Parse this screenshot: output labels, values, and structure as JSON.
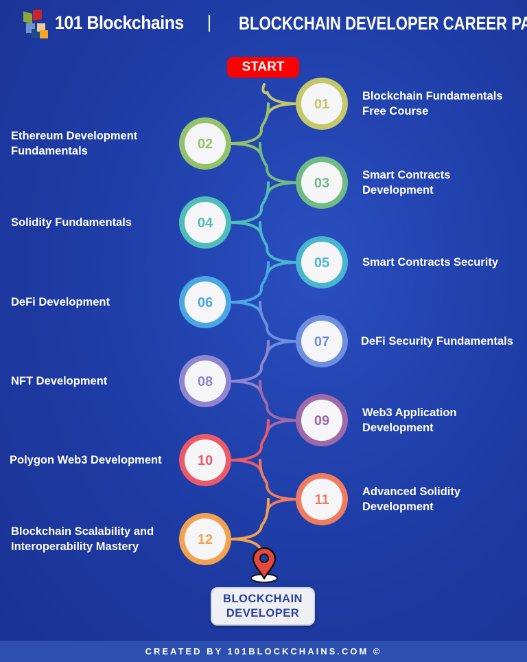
{
  "header": {
    "brand": "101 Blockchains",
    "title": "BLOCKCHAIN DEVELOPER CAREER PATH"
  },
  "start_label": "START",
  "steps": [
    {
      "number": "01",
      "label": "Blockchain Fundamentals Free Course",
      "lines": [
        "Blockchain Fundamentals",
        "Free Course"
      ],
      "side": "right",
      "color": "#c5c868"
    },
    {
      "number": "02",
      "label": "Ethereum Development Fundamentals",
      "lines": [
        "Ethereum Development",
        "Fundamentals"
      ],
      "side": "left",
      "color": "#92c36a"
    },
    {
      "number": "03",
      "label": "Smart Contracts Development",
      "lines": [
        "Smart Contracts",
        "Development"
      ],
      "side": "right",
      "color": "#6fbb84"
    },
    {
      "number": "04",
      "label": "Solidity Fundamentals",
      "lines": [
        "Solidity Fundamentals"
      ],
      "side": "left",
      "color": "#4fbdb8"
    },
    {
      "number": "05",
      "label": "Smart Contracts Security",
      "lines": [
        "Smart Contracts Security"
      ],
      "side": "right",
      "color": "#49b6cf"
    },
    {
      "number": "06",
      "label": "DeFi Development",
      "lines": [
        "DeFi Development"
      ],
      "side": "left",
      "color": "#4ba7e2"
    },
    {
      "number": "07",
      "label": "DeFi Security Fundamentals",
      "lines": [
        "DeFi Security Fundamentals"
      ],
      "side": "right",
      "color": "#6e8fe0"
    },
    {
      "number": "08",
      "label": "NFT Development",
      "lines": [
        "NFT Development"
      ],
      "side": "left",
      "color": "#8f86cf"
    },
    {
      "number": "09",
      "label": "Web3 Application Development",
      "lines": [
        "Web3 Application",
        "Development"
      ],
      "side": "right",
      "color": "#a06aa8"
    },
    {
      "number": "10",
      "label": "Polygon Web3 Development",
      "lines": [
        "Polygon Web3 Development"
      ],
      "side": "left",
      "color": "#ea5a68"
    },
    {
      "number": "11",
      "label": "Advanced Solidity Development",
      "lines": [
        "Advanced Solidity",
        "Development"
      ],
      "side": "right",
      "color": "#f07b5e"
    },
    {
      "number": "12",
      "label": "Blockchain Scalability and Interoperability Mastery",
      "lines": [
        "Blockchain Scalability and",
        "Interoperability Mastery"
      ],
      "side": "left",
      "color": "#f2a24e"
    }
  ],
  "destination": {
    "lines": [
      "BLOCKCHAIN",
      "DEVELOPER"
    ]
  },
  "footer": "CREATED BY 101BLOCKCHAINS.COM ©",
  "icons": {
    "logo": "cubes-logo",
    "destination": "map-pin-icon"
  }
}
